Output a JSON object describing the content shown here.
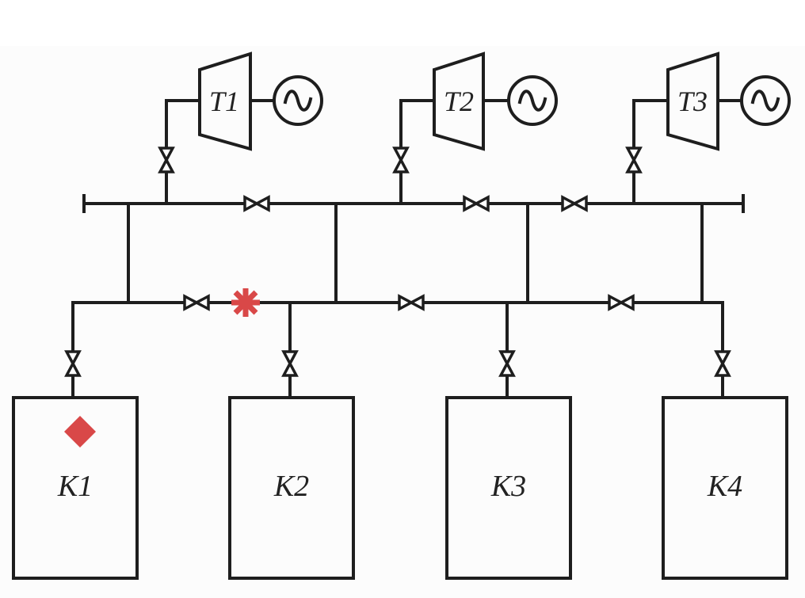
{
  "turbines": [
    {
      "id": "T1",
      "label": "T1"
    },
    {
      "id": "T2",
      "label": "T2"
    },
    {
      "id": "T3",
      "label": "T3"
    }
  ],
  "boilers": [
    {
      "id": "K1",
      "label": "К1"
    },
    {
      "id": "K2",
      "label": "К2"
    },
    {
      "id": "K3",
      "label": "К3"
    },
    {
      "id": "K4",
      "label": "К4"
    }
  ],
  "generator_symbol": "~",
  "markers": {
    "fault": {
      "shape": "asterisk",
      "location": "lower header between K1 and K2 branches",
      "color": "#d94848"
    },
    "boiler_marker": {
      "shape": "diamond",
      "location": "boiler K1",
      "color": "#d94848"
    }
  },
  "colors": {
    "line": "#1e1e1e",
    "marker": "#d94848",
    "background": "#fcfcfc"
  }
}
